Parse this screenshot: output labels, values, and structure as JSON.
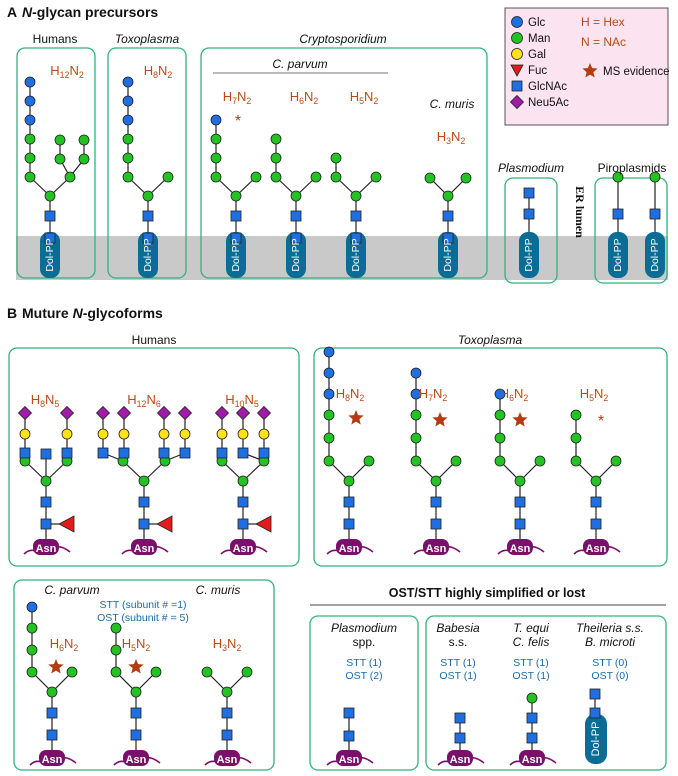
{
  "section_a": {
    "letter": "A",
    "title_italic": "N",
    "title_rest": "-glycan precursors",
    "groups": {
      "humans": "Humans",
      "toxoplasma": "Toxoplasma",
      "cryptosporidium": "Cryptosporidium",
      "c_parvum": "C. parvum",
      "c_muris": "C. muris",
      "plasmodium": "Plasmodium",
      "piroplasmids": "Piroplasmids"
    },
    "compositions": {
      "humans": [
        "H",
        "12",
        "N",
        "2"
      ],
      "toxoplasma": [
        "H",
        "8",
        "N",
        "2"
      ],
      "cp1": [
        "H",
        "7",
        "N",
        "2"
      ],
      "cp2": [
        "H",
        "6",
        "N",
        "2"
      ],
      "cp3": [
        "H",
        "5",
        "N",
        "2"
      ],
      "cmuris": [
        "H",
        "3",
        "N",
        "2"
      ]
    },
    "asterisk": "*",
    "er_lumen": "ER lumen",
    "dolpp": "Dol-PP"
  },
  "legend": {
    "items": [
      {
        "label": "Glc",
        "color": "#1f6fe0",
        "shape": "circle"
      },
      {
        "label": "Man",
        "color": "#22c322",
        "shape": "circle"
      },
      {
        "label": "Gal",
        "color": "#ffe21a",
        "shape": "circle"
      },
      {
        "label": "Fuc",
        "color": "#e31b1b",
        "shape": "triangle"
      },
      {
        "label": "GlcNAc",
        "color": "#1f6fe0",
        "shape": "square"
      },
      {
        "label": "Neu5Ac",
        "color": "#a21aa8",
        "shape": "diamond"
      }
    ],
    "hex": "H = Hex",
    "nac": "N = NAc",
    "ms": "MS evidence"
  },
  "section_b": {
    "letter": "B",
    "title_pre": "Muture ",
    "title_italic": "N",
    "title_rest": "-glycoforms",
    "humans": "Humans",
    "toxoplasma": "Toxoplasma",
    "human_compositions": [
      [
        "H",
        "8",
        "N",
        "5"
      ],
      [
        "H",
        "12",
        "N",
        "6"
      ],
      [
        "H",
        "10",
        "N",
        "5"
      ]
    ],
    "toxo_compositions": [
      [
        "H",
        "8",
        "N",
        "2"
      ],
      [
        "H",
        "7",
        "N",
        "2"
      ],
      [
        "H",
        "6",
        "N",
        "2"
      ],
      [
        "H",
        "5",
        "N",
        "2"
      ]
    ],
    "c_parvum": "C. parvum",
    "c_muris": "C. muris",
    "stt_line": "STT (subunit # =1)",
    "ost_line": "OST (subunit # = 5)",
    "crypto_compositions": [
      [
        "H",
        "6",
        "N",
        "2"
      ],
      [
        "H",
        "5",
        "N",
        "2"
      ],
      [
        "H",
        "3",
        "N",
        "2"
      ]
    ],
    "ost_title": "OST/STT highly simplified or lost",
    "plasmodium": "Plasmodium",
    "spp": "spp.",
    "plasmodium_stt": "STT (1)",
    "plasmodium_ost": "OST (2)",
    "babesia": "Babesia",
    "ss": "s.s.",
    "babesia_stt": "STT (1)",
    "babesia_ost": "OST (1)",
    "t_equi": "T. equi",
    "c_felis": "C. felis",
    "tequi_stt": "STT (1)",
    "tequi_ost": "OST (1)",
    "theileria": "Theileria s.s.",
    "b_microti": "B. microti",
    "theileria_stt": "STT (0)",
    "theileria_ost": "OST (0)",
    "asn": "Asn",
    "dolpp": "Dol-PP"
  }
}
